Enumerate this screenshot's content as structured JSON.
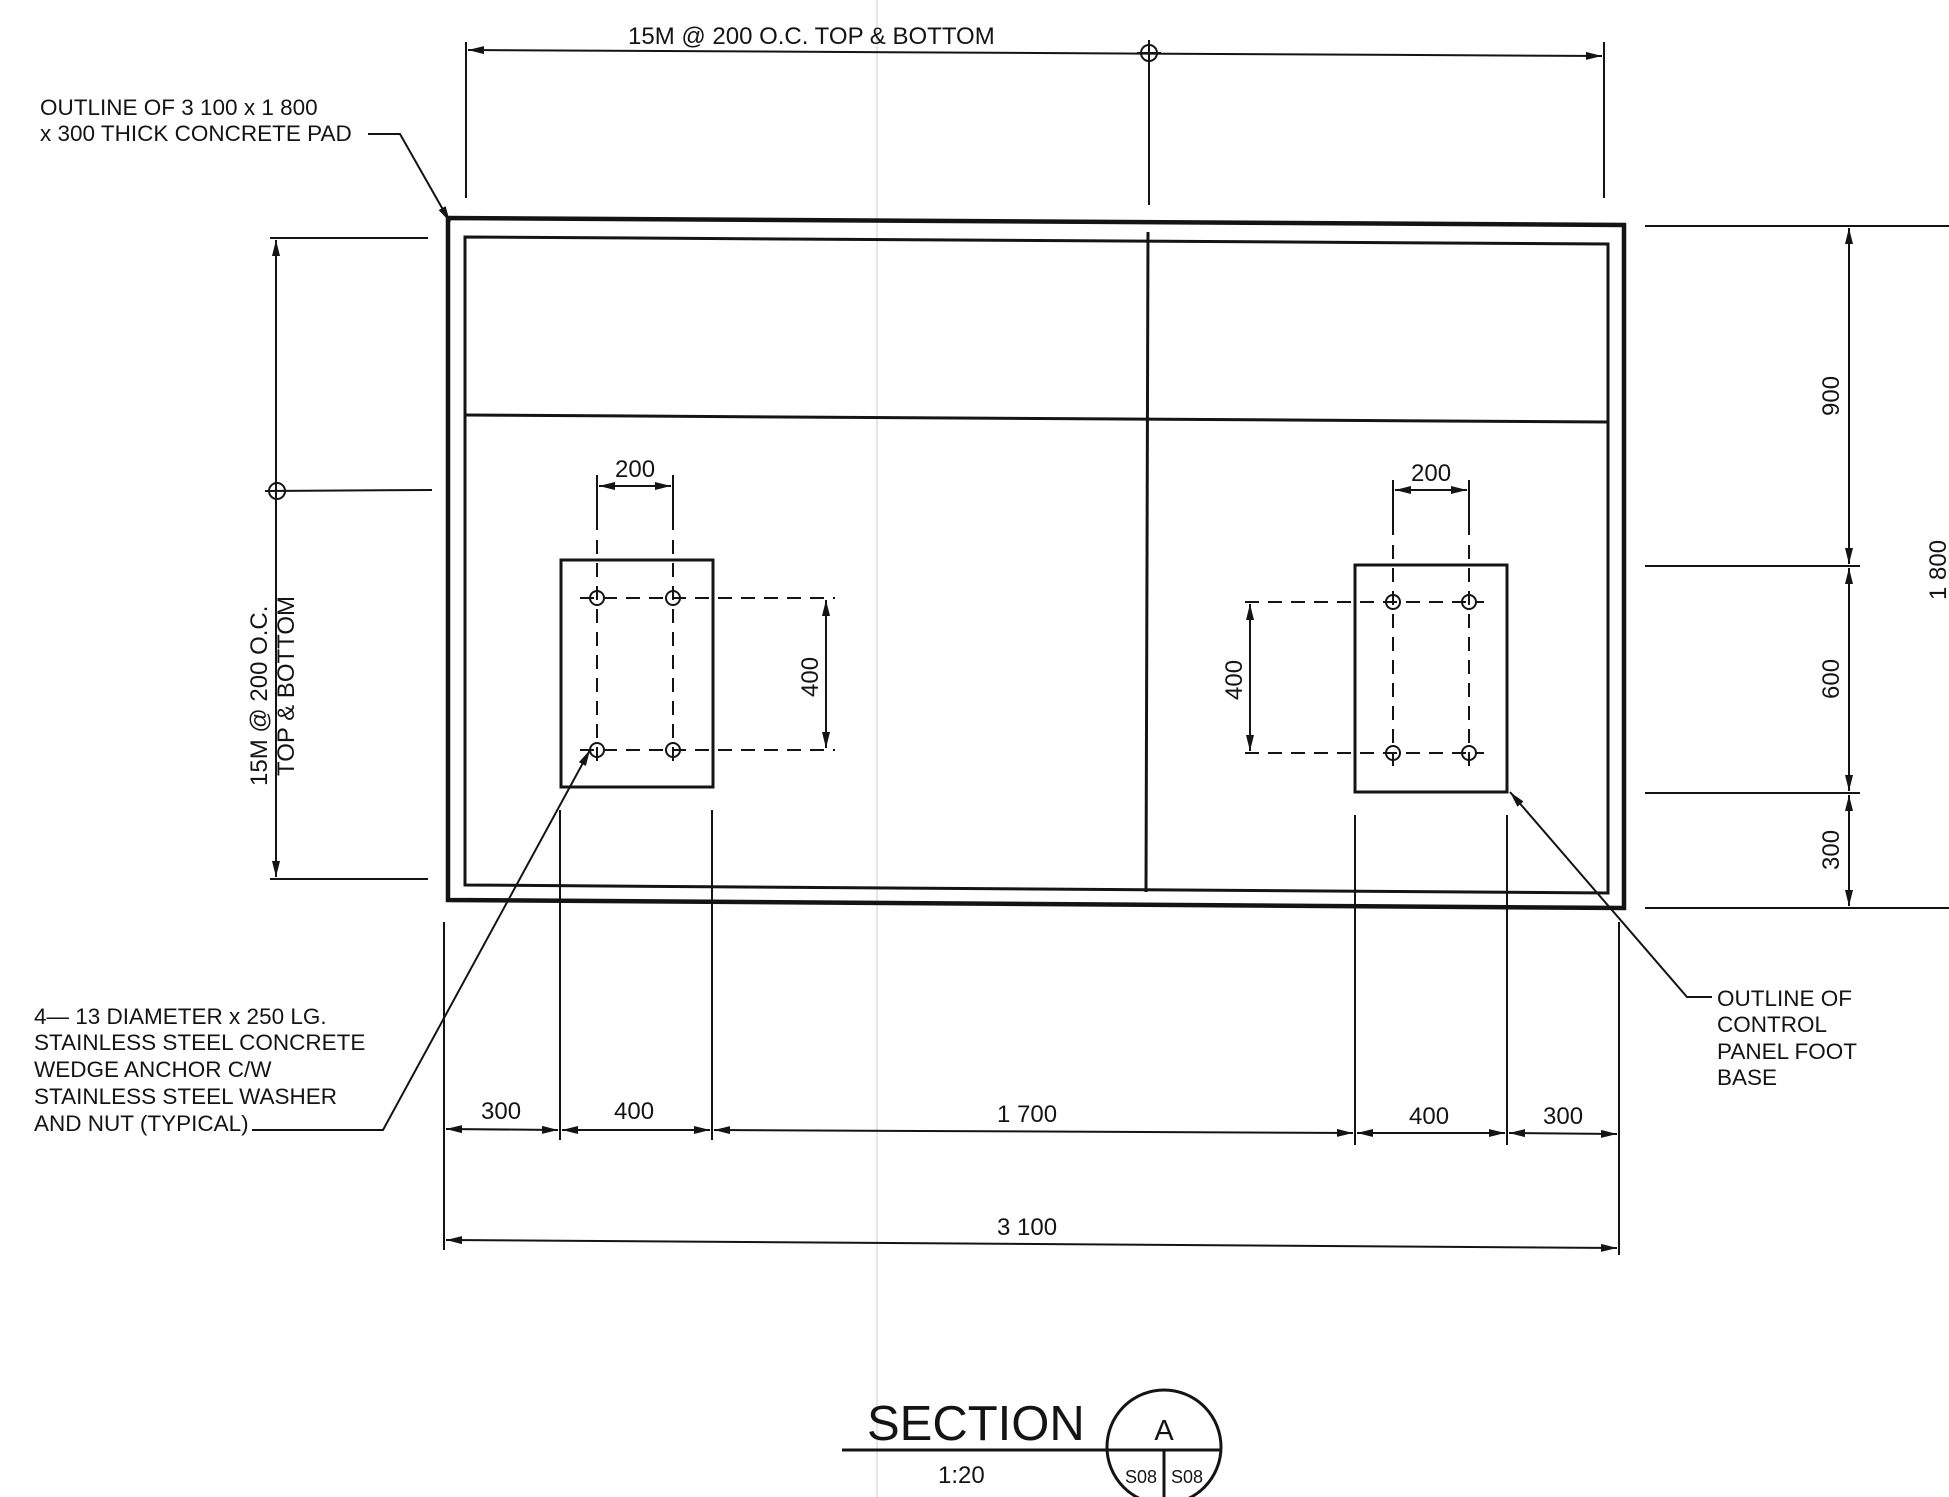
{
  "notes": {
    "top_rebar": "15M @ 200 O.C. TOP & BOTTOM",
    "pad_outline": [
      "OUTLINE OF 3 100 x 1 800",
      "x 300 THICK CONCRETE PAD"
    ],
    "side_rebar": [
      "15M @ 200 O.C.",
      "TOP & BOTTOM"
    ],
    "anchor": [
      "4— 13 DIAMETER x 250 LG.",
      "STAINLESS STEEL CONCRETE",
      "WEDGE ANCHOR C/W",
      "STAINLESS STEEL WASHER",
      "AND NUT (TYPICAL)"
    ],
    "foot_base": [
      "OUTLINE OF",
      "CONTROL",
      "PANEL FOOT",
      "BASE"
    ]
  },
  "dimensions": {
    "left_bolt_spacing": "200",
    "right_bolt_spacing": "200",
    "left_bolt_vertical": "400",
    "right_bolt_vertical": "400",
    "right_900": "900",
    "right_600": "600",
    "right_300": "300",
    "overall_height": "1 800",
    "bottom_300_left": "300",
    "bottom_400_left": "400",
    "bottom_1700": "1 700",
    "bottom_400_right": "400",
    "bottom_300_right": "300",
    "overall_width": "3 100"
  },
  "title_block": {
    "title": "SECTION",
    "scale": "1:20",
    "marker_letter": "A",
    "sheet_left": "S08",
    "sheet_right": "S08"
  }
}
